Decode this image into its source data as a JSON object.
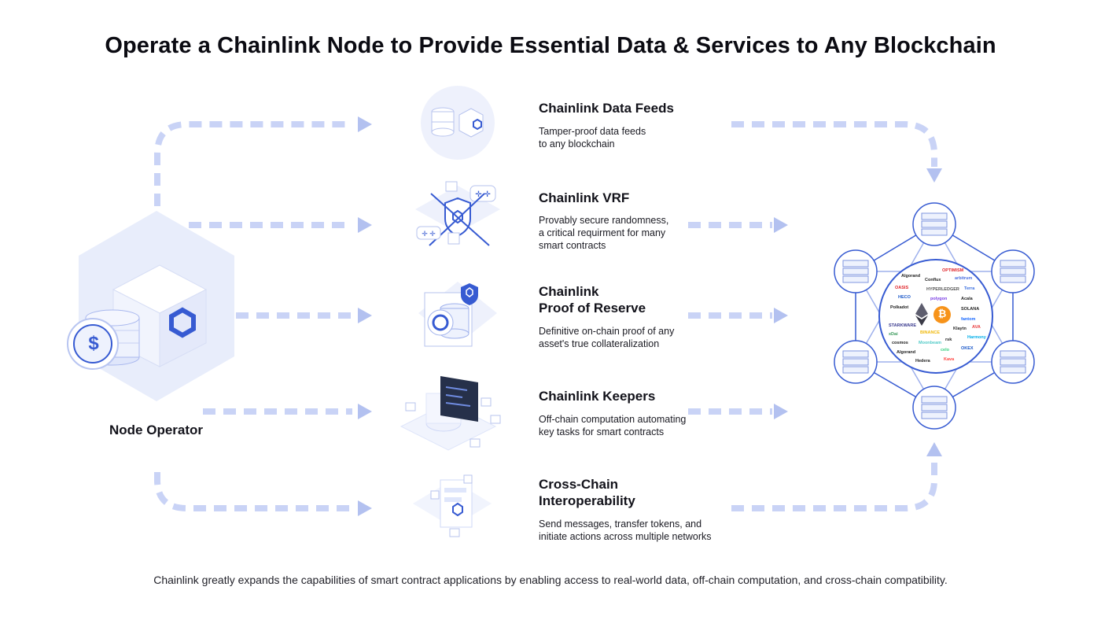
{
  "title": "Operate a Chainlink Node to Provide Essential Data & Services to Any Blockchain",
  "node_operator": {
    "label": "Node Operator",
    "coin_symbol": "$"
  },
  "services": [
    {
      "title": "Chainlink Data Feeds",
      "desc": [
        "Tamper-proof data feeds",
        "to any blockchain"
      ]
    },
    {
      "title": "Chainlink VRF",
      "desc": [
        "Provably secure randomness,",
        "a critical requirment for many",
        "smart contracts"
      ]
    },
    {
      "title": [
        "Chainlink",
        "Proof of Reserve"
      ],
      "desc": [
        "Definitive on-chain proof of any",
        "asset's true collateralization"
      ]
    },
    {
      "title": "Chainlink Keepers",
      "desc": [
        "Off-chain computation automating",
        "key tasks for smart contracts"
      ]
    },
    {
      "title": [
        "Cross-Chain",
        "Interoperability"
      ],
      "desc": [
        "Send messages, transfer tokens, and",
        "initiate actions across multiple networks"
      ]
    }
  ],
  "blockchain_logos": [
    "OPTIMISM",
    "Algorand",
    "Conflux",
    "arbitrum",
    "OASIS",
    "HYPERLEDGER",
    "Terra",
    "HECO",
    "polygon",
    "Acala",
    "Polkadot",
    "SOLANA",
    "STARKWARE",
    "fantom",
    "Klaytn",
    "AVA",
    "xDai",
    "BINANCE",
    "rsk",
    "Harmony",
    "cosmos",
    "Moonbeam",
    "celo",
    "OKEX",
    "Algorand",
    "Hedera",
    "Kava"
  ],
  "center_symbols": {
    "btc": "₿"
  },
  "footer": "Chainlink greatly expands the capabilities of smart contract applications by enabling access to real-world data, off-chain computation, and cross-chain compatibility.",
  "colors": {
    "accent": "#375BD2",
    "arrow": "#b9c6f2",
    "light_blue": "#e8edfb",
    "btc": "#f7931a"
  }
}
